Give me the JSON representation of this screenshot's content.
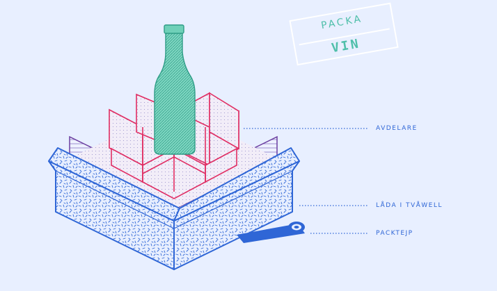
{
  "stamp": {
    "line1": "PACKA",
    "line2": "VIN"
  },
  "labels": {
    "dividers": "AVDELARE",
    "box": "LÅDA I TVÅWELL",
    "tape": "PACKTEJP"
  },
  "colors": {
    "background": "#e8efff",
    "box_outline": "#2f66d6",
    "divider_outline": "#e02d63",
    "box_inner_outline": "#6b3fa0",
    "bottle": "#6fd0b8",
    "stamp_text": "#4fbfaa"
  }
}
